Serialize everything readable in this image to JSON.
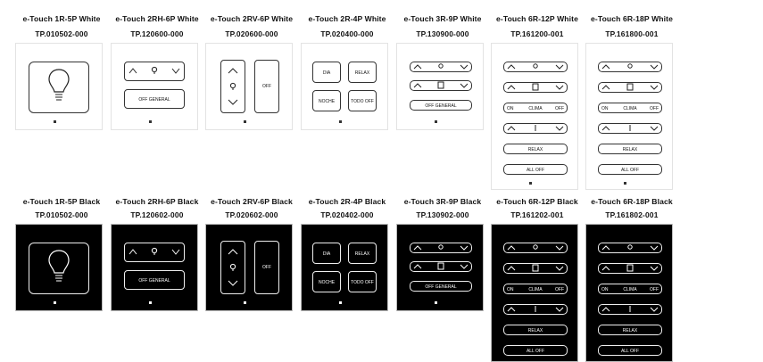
{
  "white_row": [
    {
      "name": "e-Touch 1R-5P White",
      "code": "TP.010502-000",
      "layout": "1R"
    },
    {
      "name": "e-Touch 2RH-6P White",
      "code": "TP.120600-000",
      "layout": "2RH",
      "button_general": "OFF GENERAL"
    },
    {
      "name": "e-Touch 2RV-6P White",
      "code": "TP.020600-000",
      "layout": "2RV",
      "button_off": "OFF"
    },
    {
      "name": "e-Touch 2R-4P White",
      "code": "TP.020400-000",
      "layout": "2R",
      "buttons": [
        "DIA",
        "RELAX",
        "NOCHE",
        "TODO OFF"
      ]
    },
    {
      "name": "e-Touch 3R-9P White",
      "code": "TP.130900-000",
      "layout": "3R",
      "button_general": "OFF GENERAL"
    },
    {
      "name": "e-Touch 6R-12P White",
      "code": "TP.161200-001",
      "layout": "6R12",
      "labels": [
        "ON",
        "CLIMA",
        "OFF",
        "RELAX",
        "ALL OFF"
      ]
    },
    {
      "name": "e-Touch 6R-18P White",
      "code": "TP.161800-001",
      "layout": "6R18",
      "labels": [
        "ON",
        "CLIMA",
        "OFF",
        "RELAX",
        "ALL OFF"
      ]
    }
  ],
  "black_row": [
    {
      "name": "e-Touch 1R-5P Black",
      "code": "TP.010502-000",
      "layout": "1R"
    },
    {
      "name": "e-Touch 2RH-6P Black",
      "code": "TP.120602-000",
      "layout": "2RH",
      "button_general": "OFF GENERAL"
    },
    {
      "name": "e-Touch 2RV-6P Black",
      "code": "TP.020602-000",
      "layout": "2RV",
      "button_off": "OFF"
    },
    {
      "name": "e-Touch 2R-4P Black",
      "code": "TP.020402-000",
      "layout": "2R",
      "buttons": [
        "DIA",
        "RELAX",
        "NOCHE",
        "TODO OFF"
      ]
    },
    {
      "name": "e-Touch 3R-9P Black",
      "code": "TP.130902-000",
      "layout": "3R",
      "button_general": "OFF GENERAL"
    },
    {
      "name": "e-Touch 6R-12P Black",
      "code": "TP.161202-001",
      "layout": "6R12",
      "labels": [
        "ON",
        "CLIMA",
        "OFF",
        "RELAX",
        "ALL OFF"
      ]
    },
    {
      "name": "e-Touch 6R-18P Black",
      "code": "TP.161802-001",
      "layout": "6R18",
      "labels": [
        "ON",
        "CLIMA",
        "OFF",
        "RELAX",
        "ALL OFF"
      ]
    }
  ]
}
